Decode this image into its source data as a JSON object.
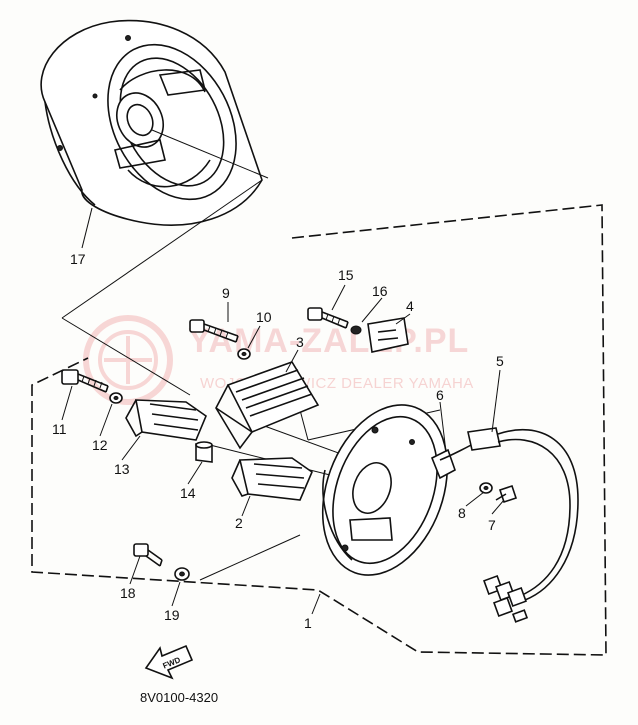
{
  "diagram": {
    "drawing_code": "8V0100-4320",
    "forward_arrow_label": "FWD",
    "watermark": {
      "title": "YAMA-ZALEP.PL",
      "subtitle": "WOJCIECHOWICZ DEALER YAMAHA"
    },
    "callouts": [
      {
        "id": "c1",
        "number": "1"
      },
      {
        "id": "c2",
        "number": "2"
      },
      {
        "id": "c3",
        "number": "3"
      },
      {
        "id": "c4",
        "number": "4"
      },
      {
        "id": "c5",
        "number": "5"
      },
      {
        "id": "c6",
        "number": "6"
      },
      {
        "id": "c7",
        "number": "7"
      },
      {
        "id": "c8",
        "number": "8"
      },
      {
        "id": "c9",
        "number": "9"
      },
      {
        "id": "c10",
        "number": "10"
      },
      {
        "id": "c11",
        "number": "11"
      },
      {
        "id": "c12",
        "number": "12"
      },
      {
        "id": "c13",
        "number": "13"
      },
      {
        "id": "c14",
        "number": "14"
      },
      {
        "id": "c15",
        "number": "15"
      },
      {
        "id": "c16",
        "number": "16"
      },
      {
        "id": "c17",
        "number": "17"
      },
      {
        "id": "c18",
        "number": "18"
      },
      {
        "id": "c19",
        "number": "19"
      }
    ]
  }
}
